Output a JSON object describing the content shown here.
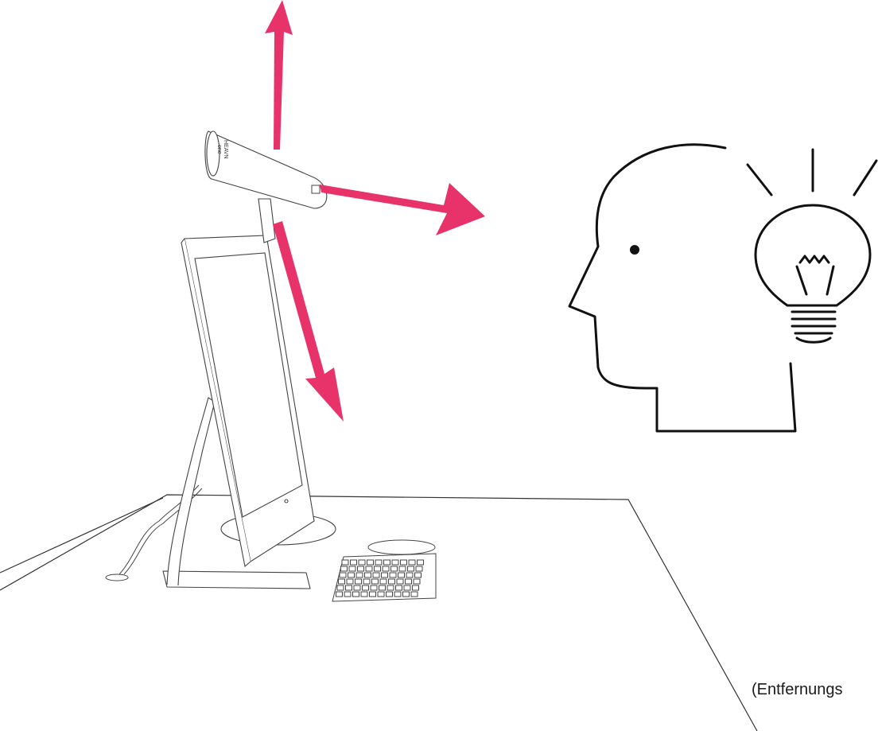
{
  "lamp": {
    "brand": "HEAVN",
    "model": "one"
  },
  "caption": "(Entfernungs",
  "colors": {
    "arrow": "#e8336a",
    "line": "#222222",
    "icon": "#111111",
    "background": "#ffffff"
  },
  "icons": {
    "head": "head-profile-icon",
    "bulb": "light-bulb-icon"
  }
}
